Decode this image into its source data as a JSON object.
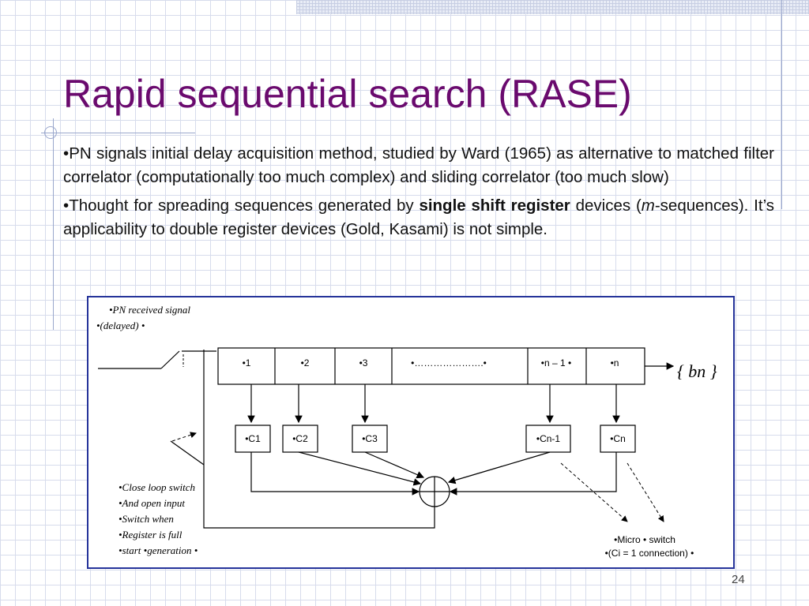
{
  "slide": {
    "title": "Rapid sequential search (RASE)",
    "page_number": "24",
    "bullets": [
      {
        "prefix": "•",
        "text": "PN signals initial delay acquisition method, studied by Ward (1965) as alternative to matched filter correlator (computationally too much complex) and sliding correlator (too much slow)"
      },
      {
        "prefix": "•",
        "text_before": "Thought for spreading sequences generated by ",
        "bold": "single shift register",
        "text_middle": " devices (",
        "italic": "m",
        "text_after": "-sequences). It’s applicability to double register devices (Gold, Kasami) is not simple."
      }
    ]
  },
  "diagram": {
    "top_label_1": "•PN received signal",
    "top_label_2": "•(delayed) •",
    "register_cells": [
      "•1",
      "•2",
      "•3",
      "•………………….•",
      "•n – 1 •",
      "•n"
    ],
    "coefficients": [
      "•C1",
      "•C2",
      "•C3",
      "•Cn-1",
      "•Cn"
    ],
    "output_label": "{ bn }",
    "switch_notes": [
      "•Close loop switch",
      "•And open input",
      "•Switch when",
      "•Register is full",
      "•start     •generation •"
    ],
    "micro_switch_1": "•Micro • switch",
    "micro_switch_2": "•(Ci = 1 connection)  •"
  }
}
